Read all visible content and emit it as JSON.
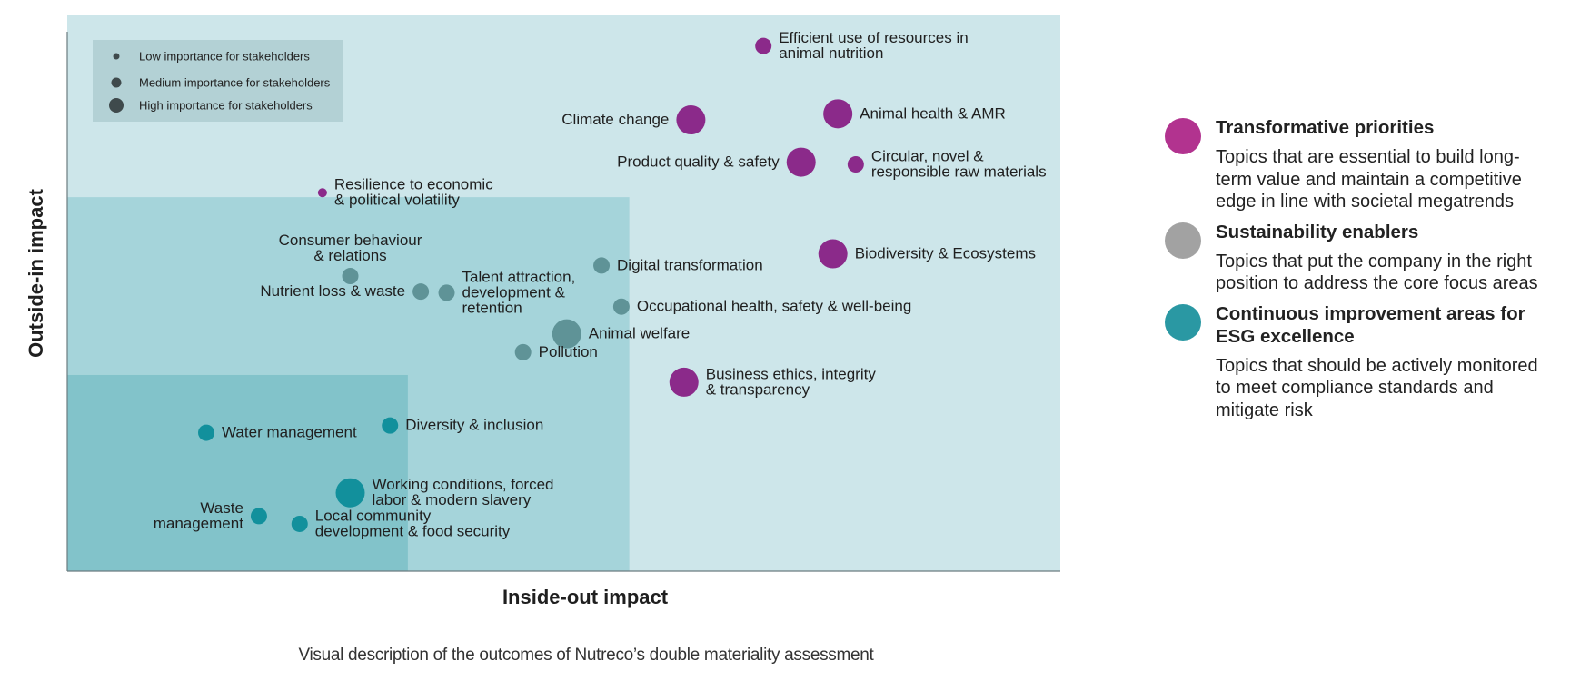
{
  "chart_data": {
    "type": "scatter",
    "title": "",
    "xlabel": "Inside-out impact",
    "ylabel": "Outside-in impact",
    "xlim": [
      0,
      100
    ],
    "ylim": [
      0,
      100
    ],
    "grid": false,
    "legend_position": "right",
    "categories": [
      {
        "key": "transformative",
        "title": "Transformative priorities",
        "description": "Topics that are essential to build long-term value and maintain a competitive edge in line with societal megatrends",
        "legend_color": "#b2338f",
        "point_color": "#8b2a8a"
      },
      {
        "key": "enablers",
        "title": "Sustainability enablers",
        "description": "Topics that put the company in the right position to address the core focus areas",
        "legend_color": "#a2a2a2",
        "point_color": "#5f9397"
      },
      {
        "key": "continuous",
        "title": "Continuous improvement areas for ESG excellence",
        "description": "Topics that should be actively monitored to meet compliance standards and mitigate risk",
        "legend_color": "#2a98a3",
        "point_color": "#12909c"
      }
    ],
    "size_legend": [
      {
        "label": "Low importance for stakeholders",
        "importance": 1
      },
      {
        "label": "Medium importance for stakeholders",
        "importance": 2
      },
      {
        "label": "High importance for stakeholders",
        "importance": 3
      }
    ],
    "zones": [
      {
        "name": "outer",
        "x_max": 100,
        "y_max": 100,
        "color": "#cde6ea"
      },
      {
        "name": "middle",
        "x_max": 56.6,
        "y_max": 67.3,
        "color": "#a5d4da"
      },
      {
        "name": "inner",
        "x_max": 34.3,
        "y_max": 35.3,
        "color": "#82c3ca"
      }
    ],
    "points": [
      {
        "label": "Efficient use of resources in\nanimal nutrition",
        "x": 70.1,
        "y": 94.5,
        "category": "transformative",
        "importance": 2,
        "label_side": "right"
      },
      {
        "label": "Climate change",
        "x": 62.8,
        "y": 81.2,
        "category": "transformative",
        "importance": 3,
        "label_side": "left"
      },
      {
        "label": "Animal health & AMR",
        "x": 77.6,
        "y": 82.3,
        "category": "transformative",
        "importance": 3,
        "label_side": "right"
      },
      {
        "label": "Product quality & safety",
        "x": 73.9,
        "y": 73.6,
        "category": "transformative",
        "importance": 3,
        "label_side": "left"
      },
      {
        "label": "Circular, novel &\nresponsible raw materials",
        "x": 79.4,
        "y": 73.2,
        "category": "transformative",
        "importance": 2,
        "label_side": "right"
      },
      {
        "label": "Biodiversity & Ecosystems",
        "x": 77.1,
        "y": 57.1,
        "category": "transformative",
        "importance": 3,
        "label_side": "right"
      },
      {
        "label": "Resilience to economic\n& political volatility",
        "x": 25.7,
        "y": 68.1,
        "category": "transformative",
        "importance": 1,
        "label_side": "right"
      },
      {
        "label": "Business ethics, integrity\n& transparency",
        "x": 62.1,
        "y": 34.0,
        "category": "transformative",
        "importance": 3,
        "label_side": "right"
      },
      {
        "label": "Consumer behaviour\n& relations",
        "x": 28.5,
        "y": 53.1,
        "category": "enablers",
        "importance": 2,
        "label_side": "above"
      },
      {
        "label": "Nutrient loss & waste",
        "x": 35.6,
        "y": 50.3,
        "category": "enablers",
        "importance": 2,
        "label_side": "left"
      },
      {
        "label": "Talent attraction,\ndevelopment &\nretention",
        "x": 38.2,
        "y": 50.1,
        "category": "enablers",
        "importance": 2,
        "label_side": "right"
      },
      {
        "label": "Digital transformation",
        "x": 53.8,
        "y": 55.0,
        "category": "enablers",
        "importance": 2,
        "label_side": "right"
      },
      {
        "label": "Occupational health, safety & well-being",
        "x": 55.8,
        "y": 47.6,
        "category": "enablers",
        "importance": 2,
        "label_side": "right"
      },
      {
        "label": "Animal welfare",
        "x": 50.3,
        "y": 42.7,
        "category": "enablers",
        "importance": 3,
        "label_side": "right"
      },
      {
        "label": "Pollution",
        "x": 45.9,
        "y": 39.4,
        "category": "enablers",
        "importance": 2,
        "label_side": "right"
      },
      {
        "label": "Water management",
        "x": 14.0,
        "y": 24.9,
        "category": "continuous",
        "importance": 2,
        "label_side": "right"
      },
      {
        "label": "Diversity & inclusion",
        "x": 32.5,
        "y": 26.2,
        "category": "continuous",
        "importance": 2,
        "label_side": "right"
      },
      {
        "label": "Working conditions, forced\nlabor & modern slavery",
        "x": 28.5,
        "y": 14.1,
        "category": "continuous",
        "importance": 3,
        "label_side": "right"
      },
      {
        "label": "Waste\nmanagement",
        "x": 19.3,
        "y": 9.9,
        "category": "continuous",
        "importance": 2,
        "label_side": "left"
      },
      {
        "label": "Local community\ndevelopment & food security",
        "x": 23.4,
        "y": 8.5,
        "category": "continuous",
        "importance": 2,
        "label_side": "right"
      }
    ]
  },
  "caption": "Visual description of the outcomes of Nutreco’s double materiality assessment"
}
